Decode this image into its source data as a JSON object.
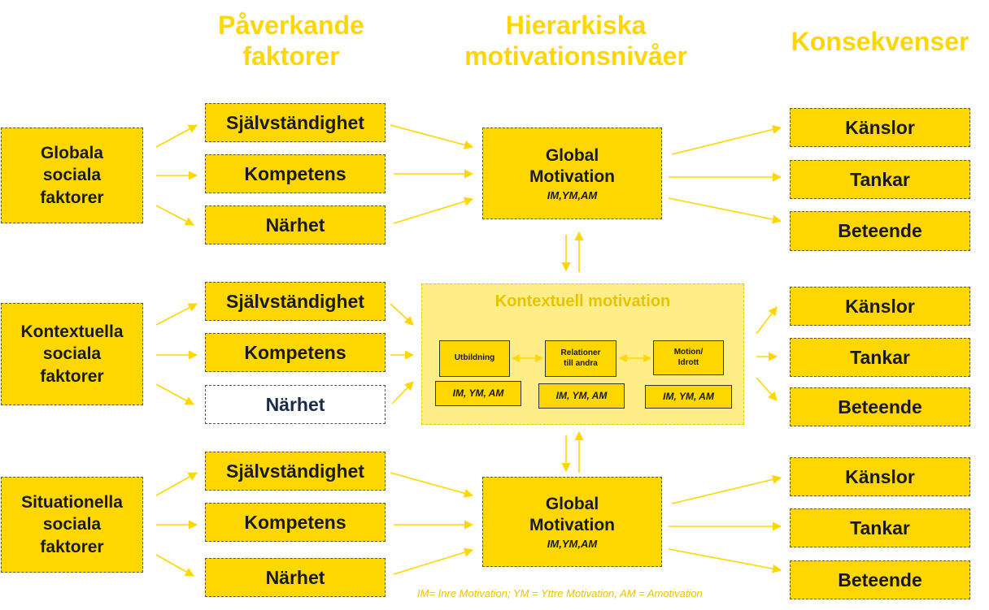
{
  "headers": {
    "factors": "Påverkande\nfaktorer",
    "levels": "Hierarkiska\nmotivationsnivåer",
    "consequences": "Konsekvenser"
  },
  "sources": {
    "global": "Globala\nsociala\nfaktorer",
    "contextual": "Kontextuella\nsociala\nfaktorer",
    "situational": "Situationella\nsociala\nfaktorer"
  },
  "factors": {
    "autonomy": "Självständighet",
    "competence": "Kompetens",
    "relatedness": "Närhet"
  },
  "motivation": {
    "top_title": "Global\nMotivation",
    "top_sub": "IM,YM,AM",
    "bottom_title": "Global\nMotivation",
    "bottom_sub": "IM,YM,AM"
  },
  "contextual": {
    "title": "Kontextuell motivation",
    "education": "Utbildning",
    "relations": "Relationer\ntill andra",
    "exercise": "Motion/\nIdrott",
    "im_label": "IM, YM, AM"
  },
  "outcomes": {
    "emotions": "Känslor",
    "thoughts": "Tankar",
    "behavior": "Beteende"
  },
  "footnote": "IM= Inre Motivation; YM = Yttre Motivation, AM = Amotivation",
  "colors": {
    "accent": "#FFD700",
    "light": "#FFEE88",
    "text": "#1a1a1a"
  }
}
